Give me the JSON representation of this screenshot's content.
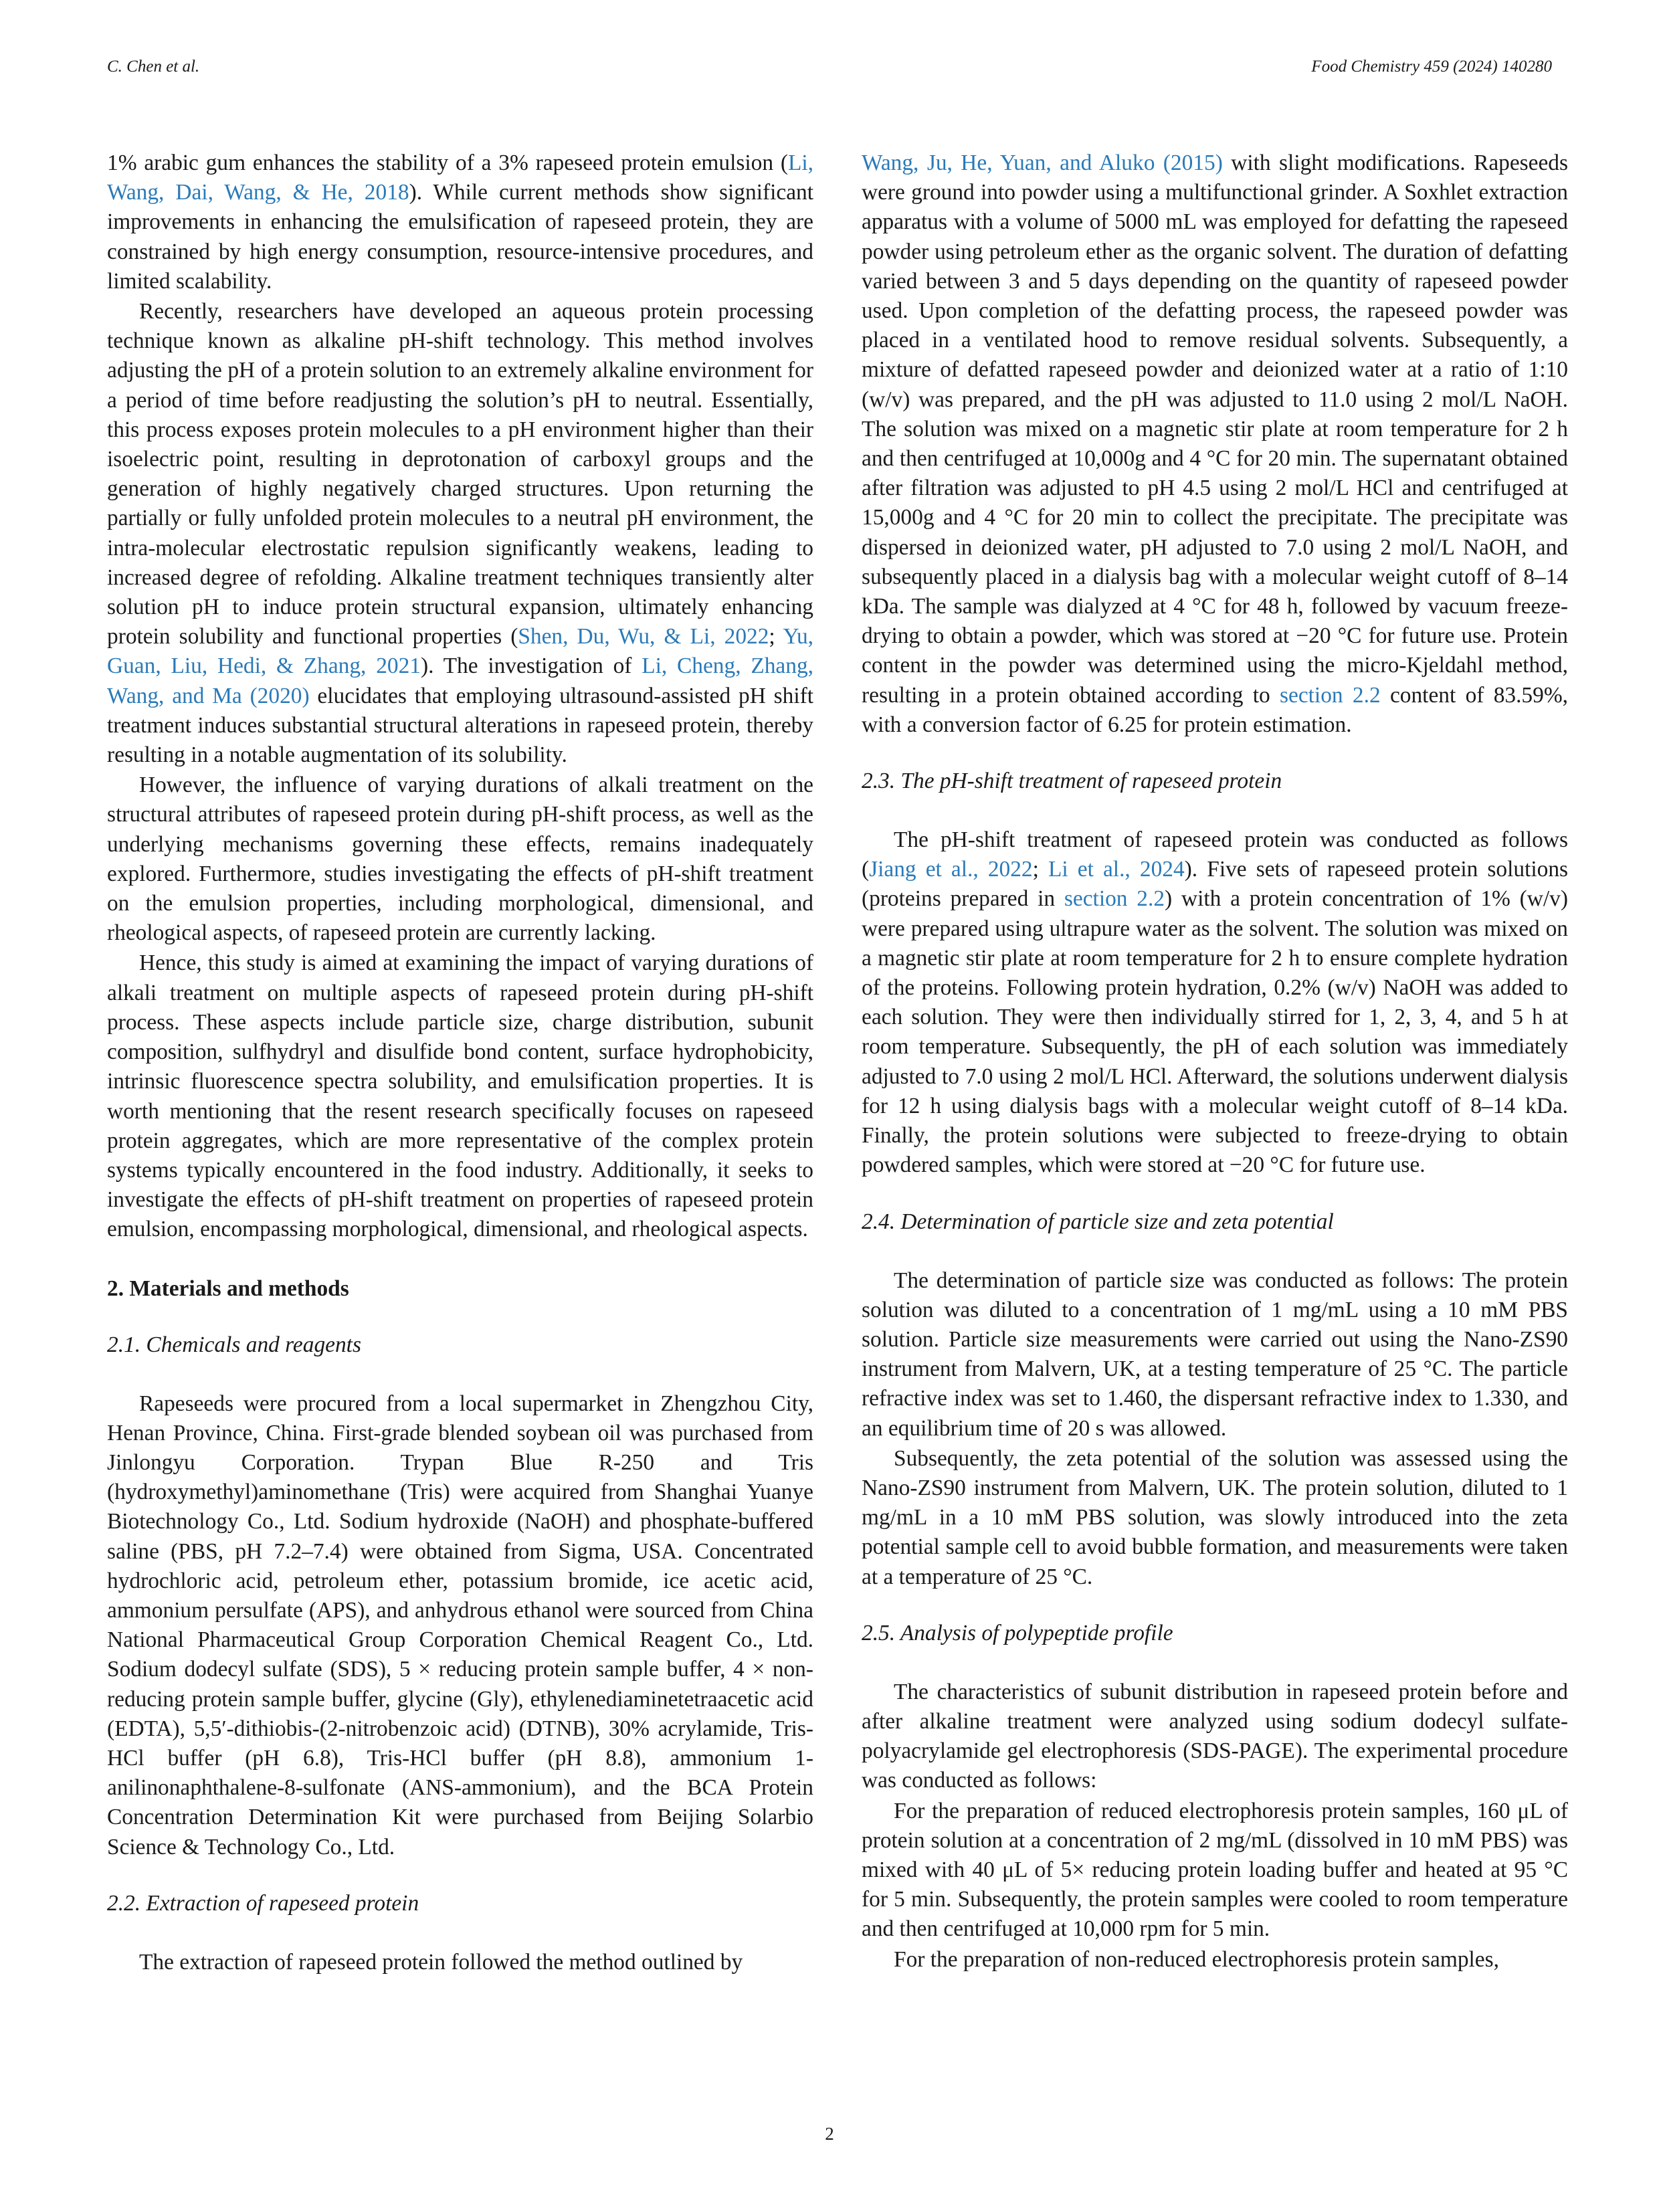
{
  "header": {
    "left": "C. Chen et al.",
    "right": "Food Chemistry 459 (2024) 140280"
  },
  "left": {
    "p1a": "1% arabic gum enhances the stability of a 3% rapeseed protein emulsion (",
    "p1link": "Li, Wang, Dai, Wang, & He, 2018",
    "p1b": "). While current methods show significant improvements in enhancing the emulsification of rapeseed protein, they are constrained by high energy consumption, resource-intensive procedures, and limited scalability.",
    "p2a": "Recently, researchers have developed an aqueous protein processing technique known as alkaline pH-shift technology. This method involves adjusting the pH of a protein solution to an extremely alkaline environment for a period of time before readjusting the solution’s pH to neutral. Essentially, this process exposes protein molecules to a pH environment higher than their isoelectric point, resulting in deprotonation of carboxyl groups and the generation of highly negatively charged structures. Upon returning the partially or fully unfolded protein molecules to a neutral pH environment, the intra-molecular electrostatic repulsion significantly weakens, leading to increased degree of refolding. Alkaline treatment techniques transiently alter solution pH to induce protein structural expansion, ultimately enhancing protein solubility and functional properties (",
    "p2link1": "Shen, Du, Wu, & Li, 2022",
    "p2sep": "; ",
    "p2link2": "Yu, Guan, Liu, Hedi, & Zhang, 2021",
    "p2b": "). The investigation of ",
    "p2link3": "Li, Cheng, Zhang, Wang, and Ma (2020)",
    "p2c": " elucidates that employing ultrasound-assisted pH shift treatment induces substantial structural alterations in rapeseed protein, thereby resulting in a notable augmentation of its solubility.",
    "p3": "However, the influence of varying durations of alkali treatment on the structural attributes of rapeseed protein during pH-shift process, as well as the underlying mechanisms governing these effects, remains inadequately explored. Furthermore, studies investigating the effects of pH-shift treatment on the emulsion properties, including morphological, dimensional, and rheological aspects, of rapeseed protein are currently lacking.",
    "p4": "Hence, this study is aimed at examining the impact of varying durations of alkali treatment on multiple aspects of rapeseed protein during pH-shift process. These aspects include particle size, charge distribution, subunit composition, sulfhydryl and disulfide bond content, surface hydrophobicity, intrinsic fluorescence spectra solubility, and emulsification properties. It is worth mentioning that the resent research specifically focuses on rapeseed protein aggregates, which are more representative of the complex protein systems typically encountered in the food industry. Additionally, it seeks to investigate the effects of pH-shift treatment on properties of rapeseed protein emulsion, encompassing morphological, dimensional, and rheological aspects.",
    "h2": "2.  Materials and methods",
    "h21": "2.1.  Chemicals and reagents",
    "p5": "Rapeseeds were procured from a local supermarket in Zhengzhou City, Henan Province, China. First-grade blended soybean oil was purchased from Jinlongyu Corporation. Trypan Blue R-250 and Tris (hydroxymethyl)aminomethane (Tris) were acquired from Shanghai Yuanye Biotechnology Co., Ltd. Sodium hydroxide (NaOH) and phosphate-buffered saline (PBS, pH 7.2–7.4) were obtained from Sigma, USA. Concentrated hydrochloric acid, petroleum ether, potassium bromide, ice acetic acid, ammonium persulfate (APS), and anhydrous ethanol were sourced from China National Pharmaceutical Group Corporation Chemical Reagent Co., Ltd. Sodium dodecyl sulfate (SDS), 5 × reducing protein sample buffer, 4 × non-reducing protein sample buffer, glycine (Gly), ethylenediaminetetraacetic acid (EDTA), 5,5′-dithiobis-(2-nitrobenzoic acid) (DTNB), 30% acrylamide, Tris-HCl buffer (pH 6.8), Tris-HCl buffer (pH 8.8), ammonium 1-anilinonaphthalene-8-sulfonate (ANS-ammonium), and the BCA Protein Concentration Determination Kit were purchased from Beijing Solarbio Science & Technology Co., Ltd.",
    "h22": "2.2.  Extraction of rapeseed protein",
    "p6": "The extraction of rapeseed protein followed the method outlined by"
  },
  "right": {
    "p1link": "Wang, Ju, He, Yuan, and Aluko (2015)",
    "p1a": " with slight modifications. Rapeseeds were ground into powder using a multifunctional grinder. A Soxhlet extraction apparatus with a volume of 5000 mL was employed for defatting the rapeseed powder using petroleum ether as the organic solvent. The duration of defatting varied between 3 and 5 days depending on the quantity of rapeseed powder used. Upon completion of the defatting process, the rapeseed powder was placed in a ventilated hood to remove residual solvents. Subsequently, a mixture of defatted rapeseed powder and deionized water at a ratio of 1:10 (w/v) was prepared, and the pH was adjusted to 11.0 using 2 mol/L NaOH. The solution was mixed on a magnetic stir plate at room temperature for 2 h and then centrifuged at 10,000g and 4 °C for 20 min. The supernatant obtained after filtration was adjusted to pH 4.5 using 2 mol/L HCl and centrifuged at 15,000g and 4 °C for 20 min to collect the precipitate. The precipitate was dispersed in deionized water, pH adjusted to 7.0 using 2 mol/L NaOH, and subsequently placed in a dialysis bag with a molecular weight cutoff of 8–14 kDa. The sample was dialyzed at 4 °C for 48 h, followed by vacuum freeze-drying to obtain a powder, which was stored at −20 °C for future use. Protein content in the powder was determined using the micro-Kjeldahl method, resulting in a protein obtained according to ",
    "p1link2": "section 2.2",
    "p1b": " content of 83.59%, with a conversion factor of 6.25 for protein estimation.",
    "h23": "2.3.  The pH-shift treatment of rapeseed protein",
    "p2a": "The pH-shift treatment of rapeseed protein was conducted as follows (",
    "p2link1": "Jiang et al., 2022",
    "p2sep": "; ",
    "p2link2": "Li et al., 2024",
    "p2b": "). Five sets of rapeseed protein solutions (proteins prepared in ",
    "p2link3": "section 2.2",
    "p2c": ") with a protein concentration of 1% (w/v) were prepared using ultrapure water as the solvent. The solution was mixed on a magnetic stir plate at room temperature for 2 h to ensure complete hydration of the proteins. Following protein hydration, 0.2% (w/v) NaOH was added to each solution. They were then individually stirred for 1, 2, 3, 4, and 5 h at room temperature. Subsequently, the pH of each solution was immediately adjusted to 7.0 using 2 mol/L HCl. Afterward, the solutions underwent dialysis for 12 h using dialysis bags with a molecular weight cutoff of 8–14 kDa. Finally, the protein solutions were subjected to freeze-drying to obtain powdered samples, which were stored at −20 °C for future use.",
    "h24": "2.4.  Determination of particle size and zeta potential",
    "p3": "The determination of particle size was conducted as follows: The protein solution was diluted to a concentration of 1 mg/mL using a 10 mM PBS solution. Particle size measurements were carried out using the Nano-ZS90 instrument from Malvern, UK, at a testing temperature of 25 °C. The particle refractive index was set to 1.460, the dispersant refractive index to 1.330, and an equilibrium time of 20 s was allowed.",
    "p4": "Subsequently, the zeta potential of the solution was assessed using the Nano-ZS90 instrument from Malvern, UK. The protein solution, diluted to 1 mg/mL in a 10 mM PBS solution, was slowly introduced into the zeta potential sample cell to avoid bubble formation, and measurements were taken at a temperature of 25 °C.",
    "h25": "2.5.  Analysis of polypeptide profile",
    "p5": "The characteristics of subunit distribution in rapeseed protein before and after alkaline treatment were analyzed using sodium dodecyl sulfate-polyacrylamide gel electrophoresis (SDS-PAGE). The experimental procedure was conducted as follows:",
    "p6": "For the preparation of reduced electrophoresis protein samples, 160 μL of protein solution at a concentration of 2 mg/mL (dissolved in 10 mM PBS) was mixed with 40 μL of 5× reducing protein loading buffer and heated at 95 °C for 5 min. Subsequently, the protein samples were cooled to room temperature and then centrifuged at 10,000 rpm for 5 min.",
    "p7": "For the preparation of non-reduced electrophoresis protein samples,"
  },
  "footer": {
    "page": "2"
  }
}
